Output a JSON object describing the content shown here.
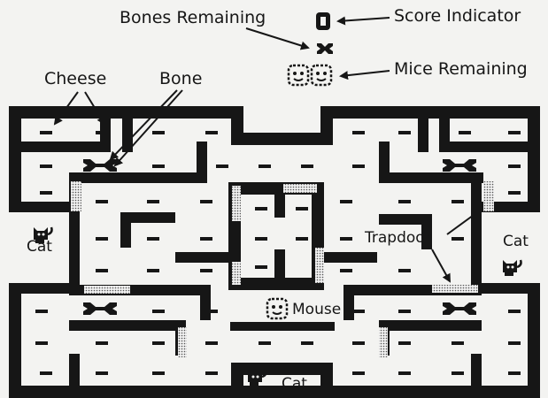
{
  "labels": {
    "bones_remaining": "Bones Remaining",
    "score_indicator": "Score Indicator",
    "mice_remaining": "Mice Remaining",
    "cheese": "Cheese",
    "bone": "Bone",
    "trapdoor": "Trapdoor",
    "cat_left": "Cat",
    "cat_right": "Cat",
    "cat_bottom": "Cat",
    "mouse": "Mouse"
  },
  "hud": {
    "score": "0",
    "bones_remaining": 1,
    "mice_remaining": 2
  },
  "colors": {
    "ink": "#161616",
    "paper": "#f3f3f1",
    "trapdoor": "#c8c8c8"
  }
}
